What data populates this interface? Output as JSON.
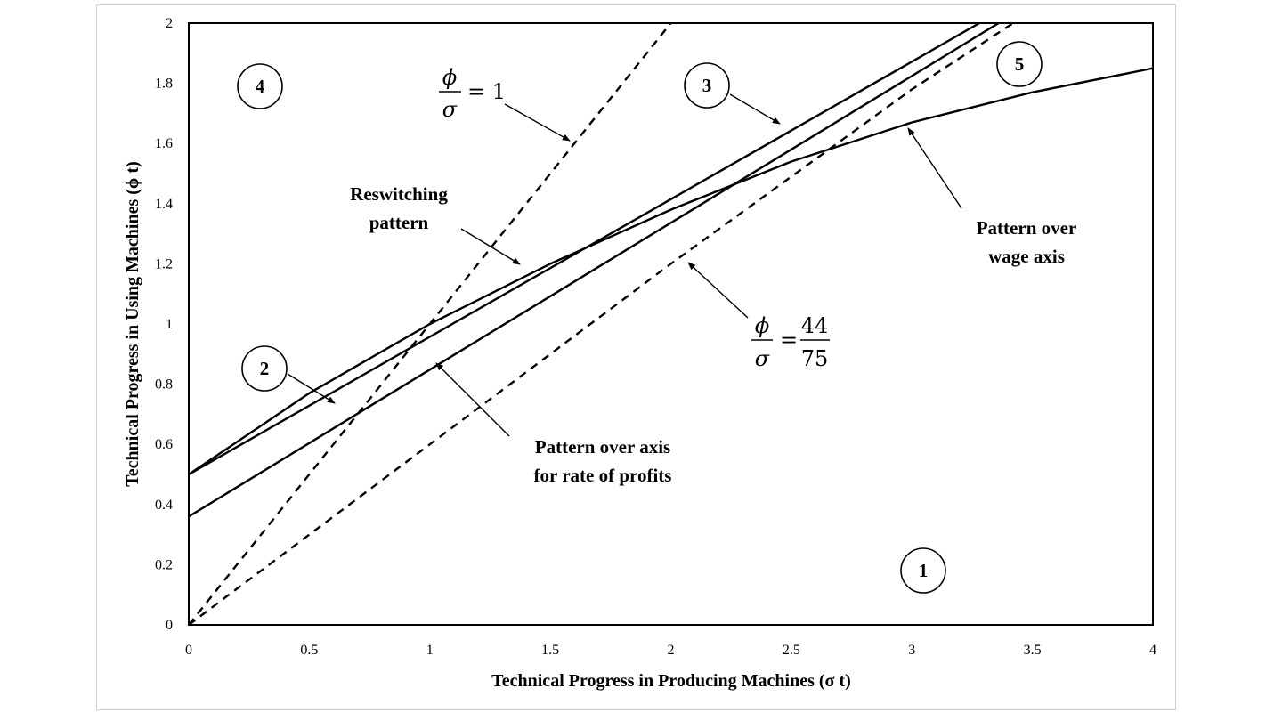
{
  "chart_data": {
    "type": "line",
    "xlabel": "Technical Progress in Producing Machines (σ t)",
    "ylabel": "Technical Progress in Using Machines (ϕ t)",
    "xlim": [
      0,
      4
    ],
    "ylim": [
      0,
      2
    ],
    "x_ticks": [
      "0",
      "0.5",
      "1",
      "1.5",
      "2",
      "2.5",
      "3",
      "3.5",
      "4"
    ],
    "y_ticks": [
      "0",
      "0.2",
      "0.4",
      "0.6",
      "0.8",
      "1",
      "1.2",
      "1.4",
      "1.6",
      "1.8",
      "2"
    ],
    "grid": false,
    "series": [
      {
        "style": "solid",
        "x": [
          0,
          3.28
        ],
        "y": [
          0.5,
          2.0
        ]
      },
      {
        "style": "solid",
        "x": [
          0,
          3.36
        ],
        "y": [
          0.36,
          2.0
        ]
      },
      {
        "style": "solid",
        "x": [
          0,
          0.5,
          1.0,
          1.5,
          2.0,
          2.5,
          3.0,
          3.5,
          4.0
        ],
        "y": [
          0.5,
          0.77,
          1.0,
          1.2,
          1.38,
          1.54,
          1.67,
          1.77,
          1.85
        ]
      },
      {
        "style": "dashed",
        "x": [
          0,
          2.0
        ],
        "y": [
          0,
          2.0
        ]
      },
      {
        "style": "dashed",
        "x": [
          0,
          0.5,
          1.0,
          1.5,
          2.0,
          2.5,
          3.0,
          3.42
        ],
        "y": [
          0,
          0.3,
          0.6,
          0.9,
          1.2,
          1.49,
          1.78,
          2.0
        ]
      }
    ],
    "annotations": {
      "reswitching": [
        "Reswitching",
        "pattern"
      ],
      "wage_axis": [
        "Pattern over",
        "wage axis"
      ],
      "profits_axis": [
        "Pattern over axis",
        "for rate of profits"
      ],
      "ratio_one": {
        "num": "ϕ",
        "den": "σ",
        "eq": "= 1"
      },
      "ratio_44_75": {
        "num": "ϕ",
        "den": "σ",
        "eq": "=",
        "rnum": "44",
        "rden": "75"
      }
    },
    "regions": [
      "1",
      "2",
      "3",
      "4",
      "5"
    ]
  }
}
